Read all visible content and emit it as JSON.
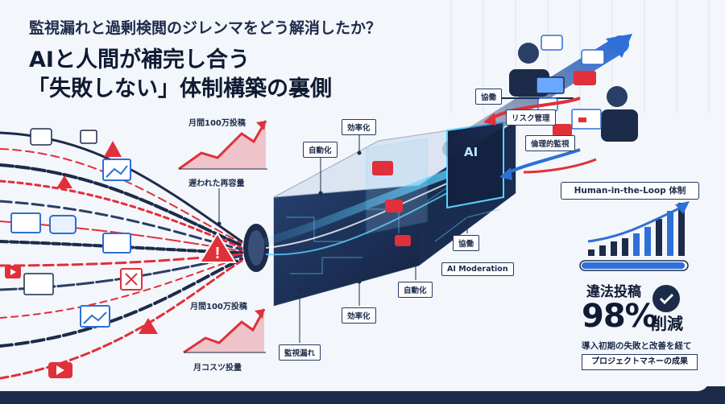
{
  "header": {
    "subtitle": "監視漏れと過剰検閲のジレンマをどう解消したか？",
    "title_line1": "AIと人間が補完し合う",
    "title_line2": "「失敗しない」体制構築の裏側"
  },
  "left_charts": {
    "top": {
      "heading": "月間100万投稿",
      "caption": "遅われた再容量"
    },
    "bottom": {
      "heading": "月間100万投稿",
      "caption": "月コスツ投量"
    }
  },
  "pipeline_labels": {
    "efficiency_top": "効率化",
    "automation_top": "自動化",
    "ai_screen": "AI",
    "collab_bottom": "協働",
    "ai_moderation": "AI Moderation",
    "automation_bottom": "自動化",
    "efficiency_bottom": "効率化",
    "monitoring_gap": "監視漏れ"
  },
  "right_flow": {
    "collab": "協働",
    "risk": "リスク管理",
    "ethics": "倫理的監視",
    "hitl": "Human-in-the-Loop 体制"
  },
  "result": {
    "title": "違法投稿",
    "value": "98%",
    "unit": "削減",
    "note": "導入初期の失敗と改善を経て",
    "badge": "プロジェクトマネーの成果"
  },
  "colors": {
    "navy": "#1d2b4a",
    "red": "#e0303a",
    "blue": "#2e6fd8",
    "cyan": "#5ad2ff"
  }
}
